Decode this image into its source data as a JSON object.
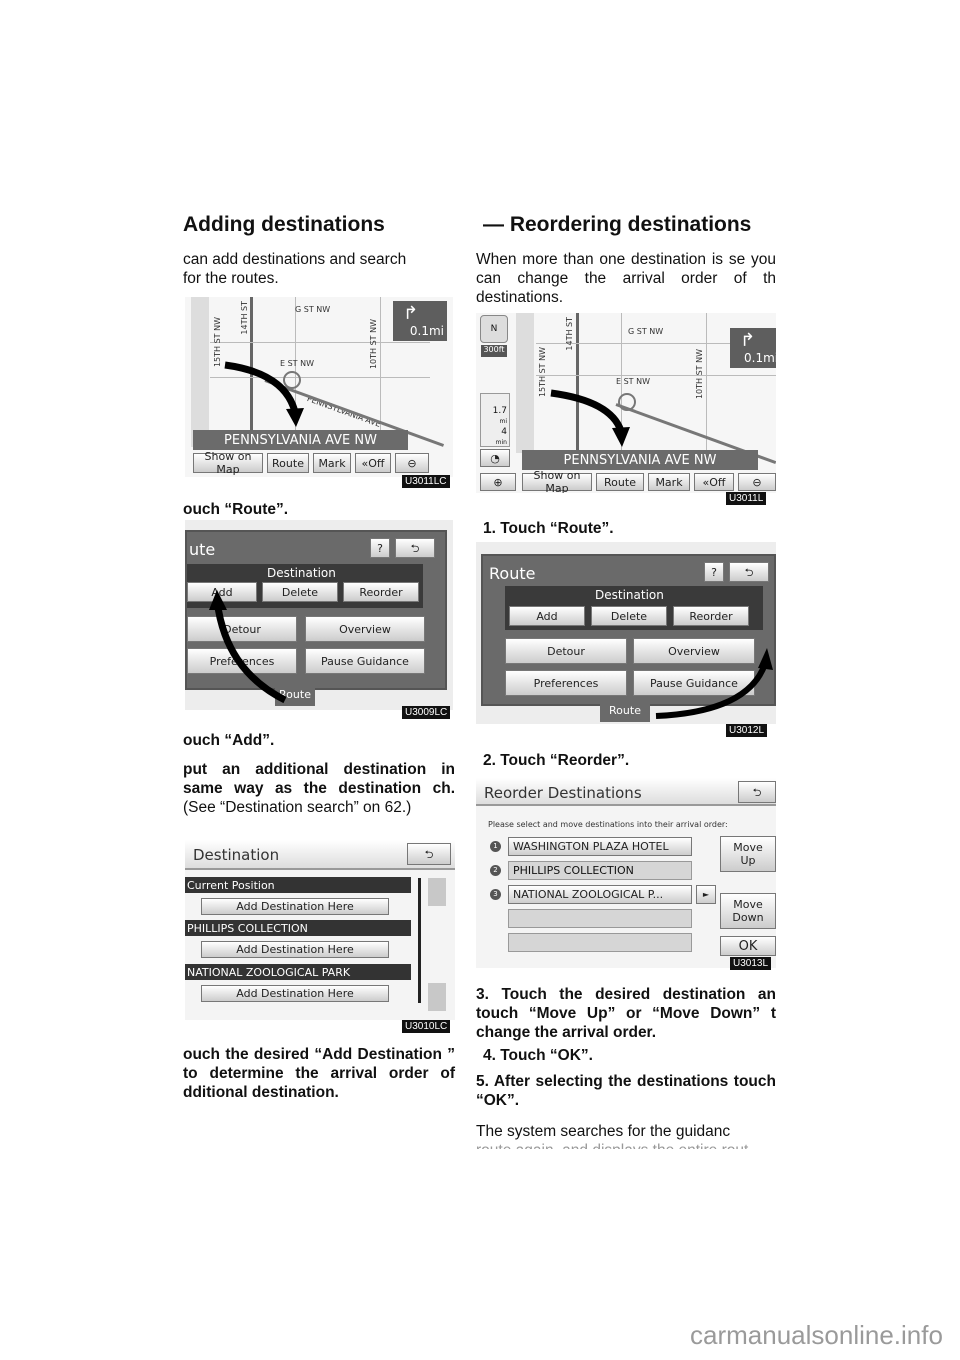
{
  "left": {
    "heading": "Adding destinations",
    "intro": "can add destinations and search\n for the routes.",
    "step1": "ouch “Route”.",
    "step2": "ouch “Add”.",
    "step3": "put an additional destination in same way as the destination ch.",
    "step3_ref": "(See “Destination search” on 62.)",
    "step4": "ouch the desired “Add Destination ” to determine the arrival order of dditional destination."
  },
  "right": {
    "heading": "— Reordering destinations",
    "intro": "When more than one destination is se you can change the arrival order of th destinations.",
    "step1": "1.  Touch “Route”.",
    "step2": "2.  Touch “Reorder”.",
    "step3": "3.  Touch the desired destination an touch “Move Up” or “Move Down” t change the arrival order.",
    "step4": "4.  Touch “OK”.",
    "step5": "5.  After selecting the destinations touch “OK”.",
    "body": "The system searches for the guidanc",
    "body_cut": "route again, and displays the entire rout"
  },
  "map": {
    "streets": [
      "G ST NW",
      "E ST NW",
      "15TH ST NW",
      "14TH ST",
      "10TH ST NW",
      "PENNSYLVANIA AVE"
    ],
    "distance": "0.1mi",
    "street_name": "PENNSYLVANIA AVE NW",
    "scale": "300ft",
    "remaining_distance": "1.7",
    "distance_unit": "mi",
    "remaining_time": "4",
    "time_unit": "min",
    "buttons": [
      "Show on Map",
      "Route",
      "Mark",
      "Off"
    ],
    "code_left": "U3011LC",
    "code_right": "U3011L"
  },
  "route_menu": {
    "title_left": "ute",
    "title_right": "Route",
    "help": "?",
    "destination_label": "Destination",
    "add": "Add",
    "delete": "Delete",
    "reorder": "Reorder",
    "detour": "Detour",
    "overview": "Overview",
    "preferences": "Preferences",
    "pause": "Pause Guidance",
    "tab": "Route",
    "code_left": "U3009LC",
    "code_right": "U3012L"
  },
  "destination_screen": {
    "title": "Destination",
    "rows": [
      "Current Position",
      "PHILLIPS COLLECTION",
      "NATIONAL ZOOLOGICAL PARK"
    ],
    "add_here": "Add Destination Here",
    "code": "U3010LC"
  },
  "reorder_screen": {
    "title": "Reorder Destinations",
    "instruction": "Please select and move destinations into their arrival order:",
    "items": [
      "WASHINGTON PLAZA HOTEL",
      "PHILLIPS COLLECTION",
      "NATIONAL ZOOLOGICAL P..."
    ],
    "numbers": [
      "1",
      "2",
      "3"
    ],
    "move_up": "Move Up",
    "move_down": "Move Down",
    "ok": "OK",
    "code": "U3013L"
  },
  "watermark": "carmanualsonline.info"
}
